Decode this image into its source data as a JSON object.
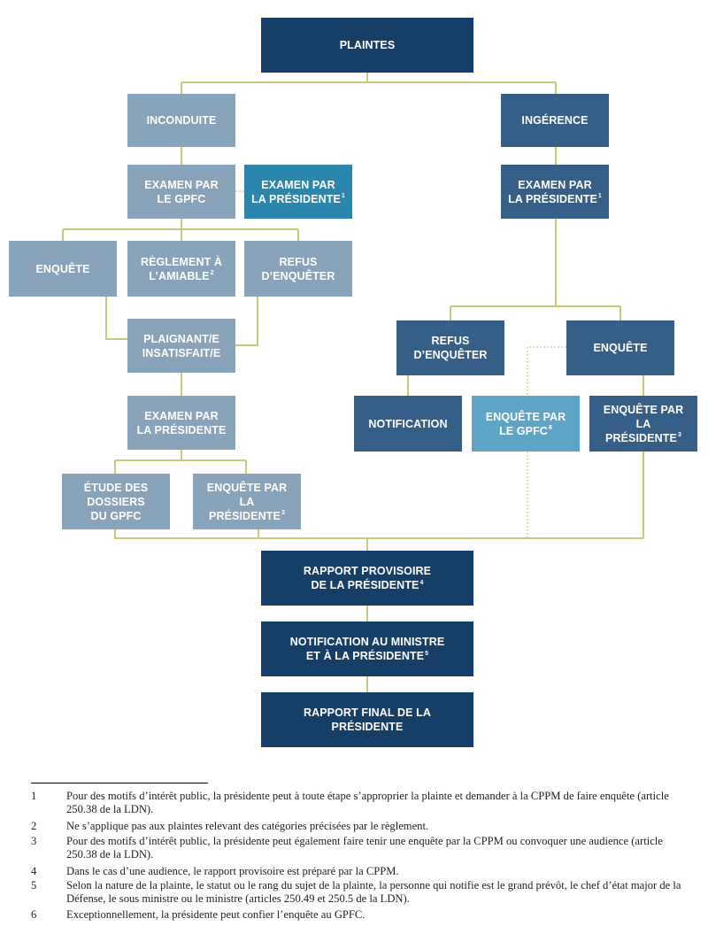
{
  "nodes": {
    "plaintes": {
      "text": "PLAINTES"
    },
    "inconduite": {
      "text": "INCONDUITE"
    },
    "ingerence": {
      "text": "INGÉRENCE"
    },
    "examen_gpfc": {
      "text": "EXAMEN PAR\nLE GPFC"
    },
    "examen_presidente_1a": {
      "text": "EXAMEN PAR\nLA PRÉSIDENTE",
      "note": "1"
    },
    "examen_presidente_1b": {
      "text": "EXAMEN PAR\nLA PRÉSIDENTE",
      "note": "1"
    },
    "enquete_left": {
      "text": "ENQUÊTE"
    },
    "reglement": {
      "text": "RÈGLEMENT À\nL’AMIABLE",
      "note": "2"
    },
    "refus_left": {
      "text": "REFUS\nD’ENQUÊTER"
    },
    "plaignant": {
      "text": "PLAIGNANT/E\nINSATISFAIT/E"
    },
    "refus_right": {
      "text": "REFUS\nD’ENQUÊTER"
    },
    "enquete_right": {
      "text": "ENQUÊTE"
    },
    "examen_presidente_2": {
      "text": "EXAMEN PAR\nLA PRÉSIDENTE"
    },
    "notification": {
      "text": "NOTIFICATION"
    },
    "enquete_gpfc": {
      "text": "ENQUÊTE PAR\nLE GPFC",
      "note": "6"
    },
    "enquete_presidente_r": {
      "text": "ENQUÊTE PAR LA\nPRÉSIDENTE",
      "note": "3"
    },
    "etude": {
      "text": "ÉTUDE DES\nDOSSIERS\nDU GPFC"
    },
    "enquete_presidente_l": {
      "text": "ENQUÊTE PAR LA\nPRÉSIDENTE",
      "note": "3"
    },
    "rapport_provisoire": {
      "text": "RAPPORT PROVISOIRE\nDE LA PRÉSIDENTE",
      "note": "4"
    },
    "notification_ministre": {
      "text": "NOTIFICATION AU MINISTRE\nET À LA PRÉSIDENTE",
      "note": "5"
    },
    "rapport_final": {
      "text": "RAPPORT FINAL DE LA PRÉSIDENTE"
    }
  },
  "footnotes": [
    {
      "num": "1",
      "text": "Pour des motifs d’intérêt public, la présidente peut à toute étape s’approprier la plainte et demander à la CPPM de faire enquête (article 250.38 de la LDN)."
    },
    {
      "num": "2",
      "text": "Ne s’applique pas aux plaintes relevant des catégories précisées par le règlement."
    },
    {
      "num": "3",
      "text": "Pour des motifs d’intérêt public, la présidente peut également faire tenir une enquête par la CPPM ou convoquer une audience (article 250.38 de la LDN)."
    },
    {
      "num": "4",
      "text": "Dans le cas d’une audience, le rapport provisoire est préparé par la CPPM."
    },
    {
      "num": "5",
      "text": "Selon la nature de la plainte, le statut ou le rang du sujet de la plainte, la personne qui notifie est le grand prévôt, le chef d’état major de la Défense, le sous ministre ou le ministre (articles 250.49 et 250.5 de la LDN)."
    },
    {
      "num": "6",
      "text": "Exceptionnellement, la présidente peut confier l’enquête au GPFC."
    }
  ],
  "colors": {
    "connector": "#c9c97a",
    "dark_navy": "#163f67",
    "mid_blue": "#355f86",
    "grey_blue": "#88a3ba",
    "teal": "#2a86ad",
    "light_blue": "#5ea4c6"
  }
}
